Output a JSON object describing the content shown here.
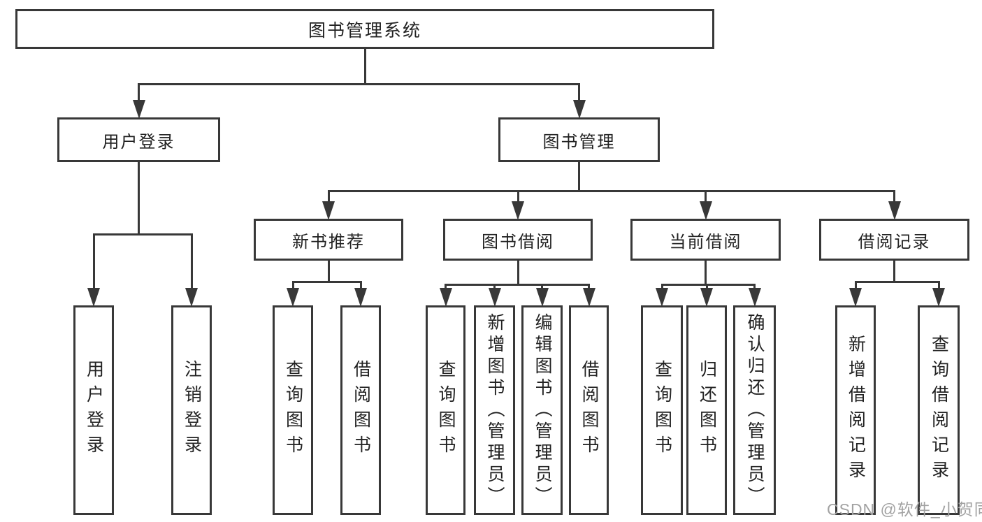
{
  "diagram": {
    "title": "图书管理系统",
    "nodes": [
      {
        "id": "root",
        "label": "图书管理系统",
        "orient": "h"
      },
      {
        "id": "login",
        "label": "用户登录",
        "orient": "h"
      },
      {
        "id": "manage",
        "label": "图书管理",
        "orient": "h"
      },
      {
        "id": "newbook",
        "label": "新书推荐",
        "orient": "h"
      },
      {
        "id": "borrowing",
        "label": "图书借阅",
        "orient": "h"
      },
      {
        "id": "current",
        "label": "当前借阅",
        "orient": "h"
      },
      {
        "id": "records",
        "label": "借阅记录",
        "orient": "h"
      },
      {
        "id": "login-user",
        "label": "用户登录",
        "orient": "v"
      },
      {
        "id": "login-logout",
        "label": "注销登录",
        "orient": "v"
      },
      {
        "id": "nb-query",
        "label": "查询图书",
        "orient": "v"
      },
      {
        "id": "nb-borrow",
        "label": "借阅图书",
        "orient": "v"
      },
      {
        "id": "bw-query",
        "label": "查询图书",
        "orient": "v"
      },
      {
        "id": "bw-add",
        "label": "新增图书（管理员）",
        "orient": "v"
      },
      {
        "id": "bw-edit",
        "label": "编辑图书（管理员）",
        "orient": "v"
      },
      {
        "id": "bw-borrow",
        "label": "借阅图书",
        "orient": "v"
      },
      {
        "id": "cur-query",
        "label": "查询图书",
        "orient": "v"
      },
      {
        "id": "cur-return",
        "label": "归还图书",
        "orient": "v"
      },
      {
        "id": "cur-confirm",
        "label": "确认归还（管理员）",
        "orient": "v"
      },
      {
        "id": "rec-add",
        "label": "新增借阅记录",
        "orient": "v"
      },
      {
        "id": "rec-query",
        "label": "查询借阅记录",
        "orient": "v"
      }
    ],
    "edges": [
      {
        "parent": "root",
        "children": [
          "login",
          "manage"
        ]
      },
      {
        "parent": "login",
        "children": [
          "login-user",
          "login-logout"
        ]
      },
      {
        "parent": "manage",
        "children": [
          "newbook",
          "borrowing",
          "current",
          "records"
        ]
      },
      {
        "parent": "newbook",
        "children": [
          "nb-query",
          "nb-borrow"
        ]
      },
      {
        "parent": "borrowing",
        "children": [
          "bw-query",
          "bw-add",
          "bw-edit",
          "bw-borrow"
        ]
      },
      {
        "parent": "current",
        "children": [
          "cur-query",
          "cur-return",
          "cur-confirm"
        ]
      },
      {
        "parent": "records",
        "children": [
          "rec-add",
          "rec-query"
        ]
      }
    ]
  },
  "watermark": {
    "text": "CSDN @软件_小贺同学"
  },
  "colors": {
    "line": "#383838",
    "text": "#222222",
    "box_bg": "#ffffff",
    "background": "#ffffff",
    "watermark": "#a2a2a2"
  }
}
